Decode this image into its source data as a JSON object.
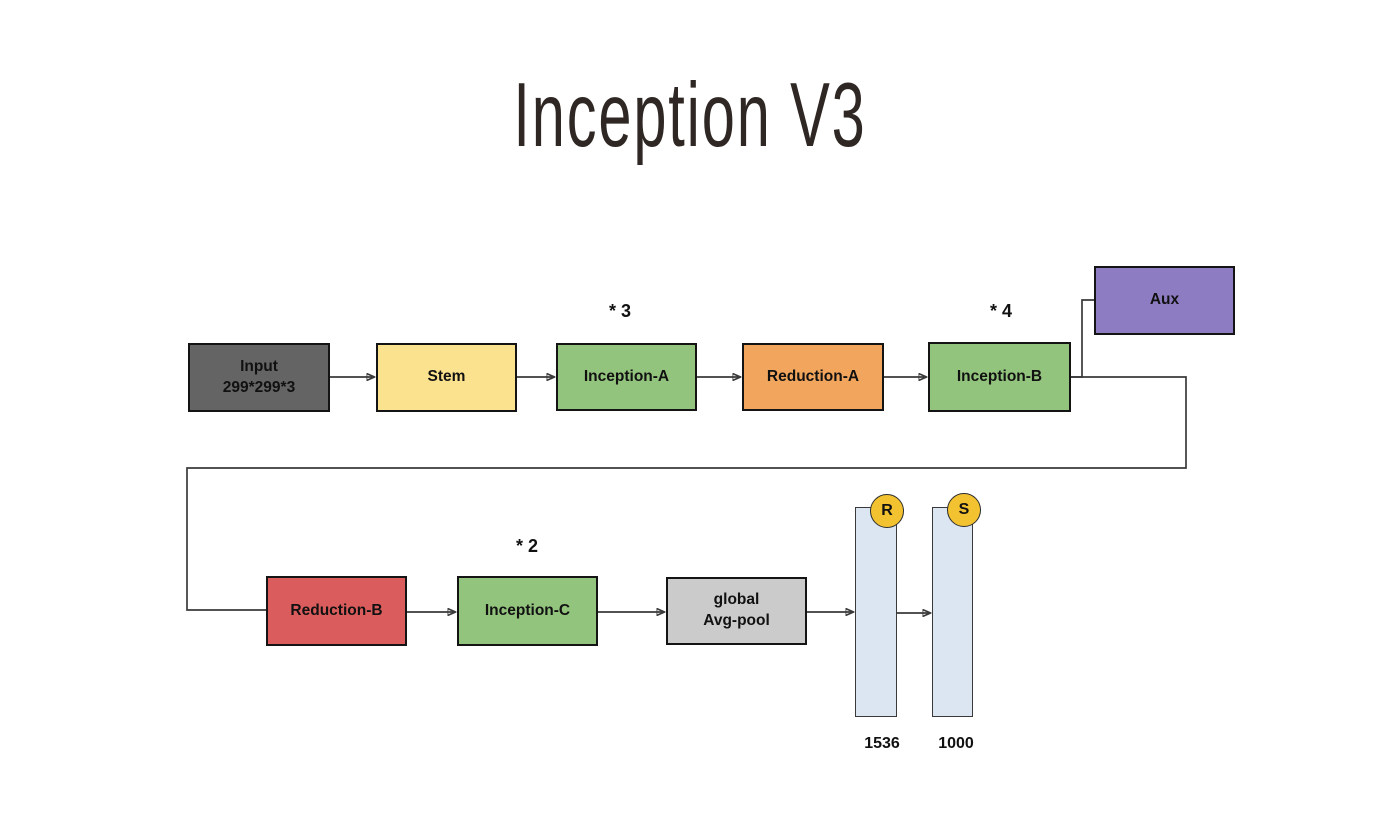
{
  "title": "Inception V3",
  "palette": {
    "input_gray": "#646464",
    "stem_yellow": "#fbe28e",
    "inception_green": "#93c47d",
    "reduction_orange": "#f2a55d",
    "reduction_red": "#db5c5c",
    "aux_purple": "#8e7cc3",
    "avgpool_gray": "#cbcbcb",
    "vector_blue": "#dbe6f2",
    "badge_yellow": "#f2c230",
    "wire_dark": "#3a3a3a"
  },
  "nodes": {
    "input": {
      "line1": "Input",
      "line2": "299*299*3"
    },
    "stem": {
      "label": "Stem"
    },
    "inception_a": {
      "label": "Inception-A",
      "multiplier": "* 3"
    },
    "reduction_a": {
      "label": "Reduction-A"
    },
    "inception_b": {
      "label": "Inception-B",
      "multiplier": "* 4"
    },
    "aux": {
      "label": "Aux"
    },
    "reduction_b": {
      "label": "Reduction-B"
    },
    "inception_c": {
      "label": "Inception-C",
      "multiplier": "* 2"
    },
    "global_avg_pool": {
      "line1": "global",
      "line2": "Avg-pool"
    },
    "feature_vector": {
      "badge": "R",
      "size": "1536"
    },
    "output_vector": {
      "badge": "S",
      "size": "1000"
    }
  }
}
